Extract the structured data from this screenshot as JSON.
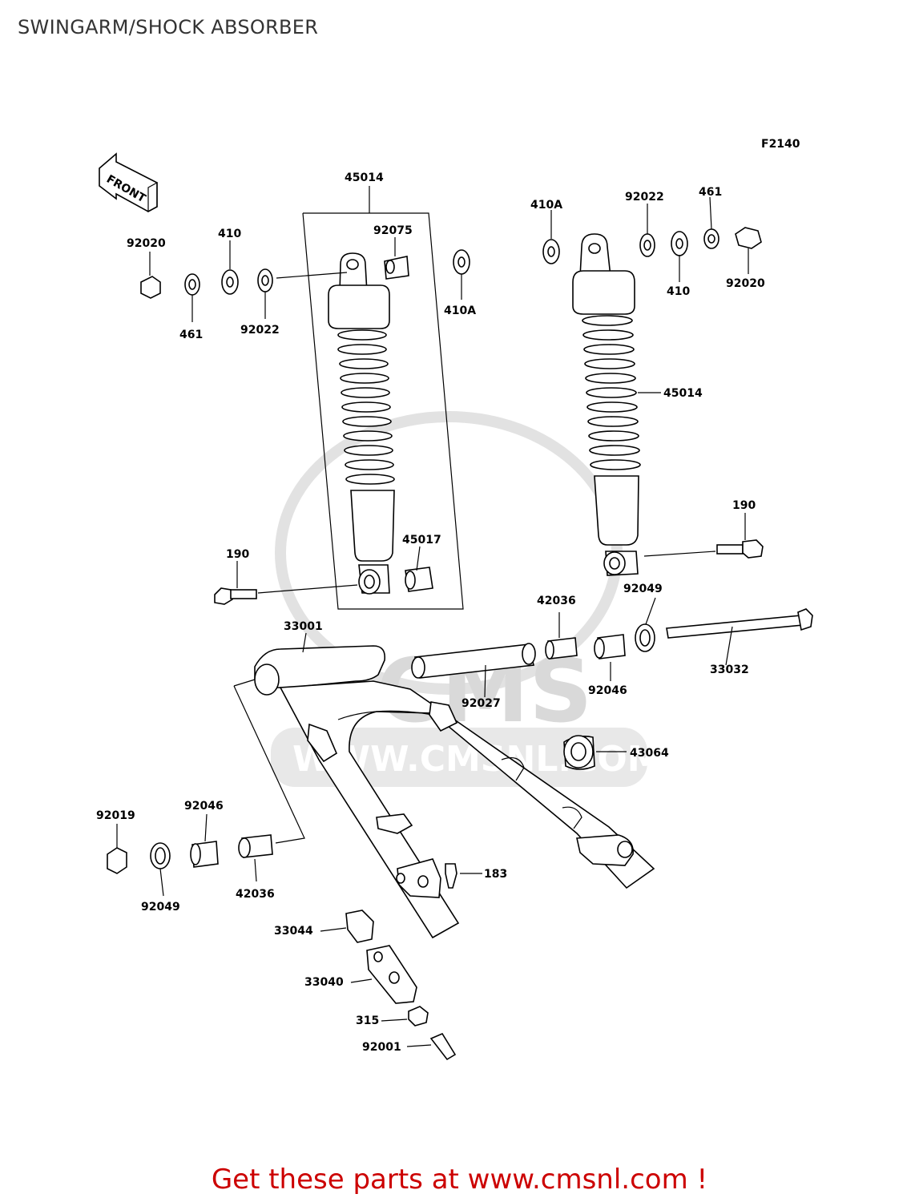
{
  "page_title": "SWINGARM/SHOCK ABSORBER",
  "figure_code": "F2140",
  "front_label": "FRONT",
  "watermark": {
    "logo": "CMS",
    "url": "WWW.CMSNL.COM"
  },
  "part_labels": {
    "p45014_left": "45014",
    "p92075": "92075",
    "p410A_left": "410A",
    "p92020_left": "92020",
    "p410_left": "410",
    "p461_left": "461",
    "p92022_left": "92022",
    "p410A_right": "410A",
    "p92022_right": "92022",
    "p461_right": "461",
    "p410_right": "410",
    "p92020_right": "92020",
    "p45014_right": "45014",
    "p190_right": "190",
    "p45017": "45017",
    "p190_left": "190",
    "p92049_right": "92049",
    "p42036_right": "42036",
    "p33001": "33001",
    "p33032": "33032",
    "p92046_right": "92046",
    "p92027": "92027",
    "p43064": "43064",
    "p92019": "92019",
    "p92046_left": "92046",
    "p92049_left": "92049",
    "p42036_left": "42036",
    "p183": "183",
    "p33044": "33044",
    "p33040": "33040",
    "p315": "315",
    "p92001": "92001"
  },
  "footer": {
    "text": "Get these parts at www.cmsnl.com !",
    "color": "#cc0000"
  }
}
